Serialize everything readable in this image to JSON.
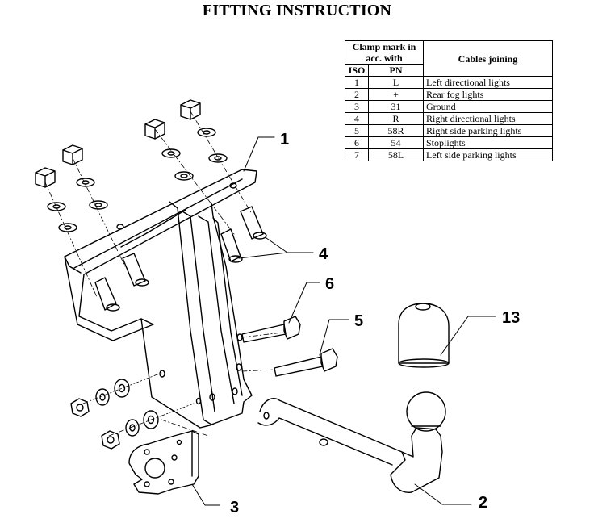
{
  "title": "FITTING INSTRUCTION",
  "table": {
    "header_clamp": "Clamp mark in acc. with",
    "header_iso": "ISO",
    "header_pn": "PN",
    "header_cables": "Cables joining",
    "rows": [
      {
        "iso": "1",
        "pn": "L",
        "desc": "Left directional lights"
      },
      {
        "iso": "2",
        "pn": "+",
        "desc": "Rear fog lights"
      },
      {
        "iso": "3",
        "pn": "31",
        "desc": "Ground"
      },
      {
        "iso": "4",
        "pn": "R",
        "desc": "Right directional lights"
      },
      {
        "iso": "5",
        "pn": "58R",
        "desc": "Right side parking lights"
      },
      {
        "iso": "6",
        "pn": "54",
        "desc": "Stoplights"
      },
      {
        "iso": "7",
        "pn": "58L",
        "desc": "Left side parking lights"
      }
    ]
  },
  "callouts": {
    "bracket": "1",
    "ball_bar": "2",
    "socket_plate": "3",
    "short_bolts": "4",
    "long_bolt_lower": "5",
    "long_bolt_upper": "6",
    "ball_cap": "13"
  }
}
